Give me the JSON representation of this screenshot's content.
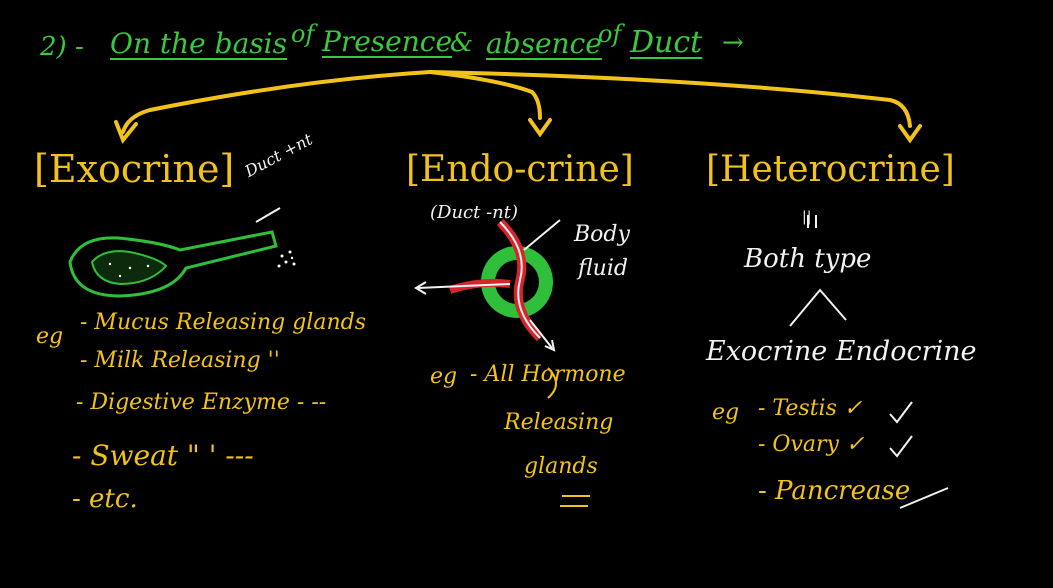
{
  "heading": {
    "number": "2) -",
    "on_the_basis": "On the basis",
    "of1": "of",
    "presence": "Presence",
    "amp": "&",
    "absence": "absence",
    "of2": "of",
    "duct": "Duct",
    "arrow": "→"
  },
  "exocrine": {
    "title": "[Exocrine]",
    "duct_note": "Duct +nt",
    "eg": "eg",
    "examples": [
      "- Mucus Releasing glands",
      "- Milk Releasing ''",
      "- Digestive Enzyme - --",
      "- Sweat \" ' ---",
      "- etc."
    ]
  },
  "endocrine": {
    "title": "[Endo-crine]",
    "duct_note": "(Duct -nt)",
    "body_fluid": [
      "Body",
      "fluid"
    ],
    "eg": "eg",
    "examples": [
      "- All Hormone",
      "Releasing",
      "glands"
    ]
  },
  "heterocrine": {
    "title": "[Heterocrine]",
    "equals": "||",
    "both_type": "Both type",
    "split": "Exocrine  Endocrine",
    "eg": "eg",
    "examples": [
      "- Testis ✓",
      "- Ovary ✓",
      "- Pancrease"
    ]
  },
  "colors": {
    "background": "#000000",
    "heading": "#39c93b",
    "titles": "#f3c21a",
    "examples": "#f3c21a",
    "white_text": "#f2f2f2",
    "gland_fill": "#2fbf3a",
    "blood_vessel": "#d8252b"
  }
}
